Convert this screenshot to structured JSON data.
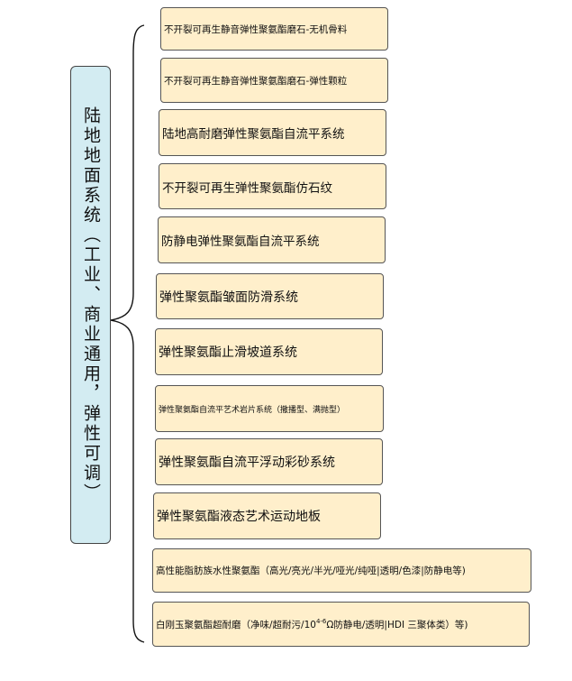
{
  "root": {
    "label": "陆地地面系统（工业、商业通用，弹性可调）"
  },
  "children": [
    "不开裂可再生静音弹性聚氨酯磨石-无机骨料",
    "不开裂可再生静音弹性聚氨酯磨石-弹性颗粒",
    "陆地高耐磨弹性聚氨酯自流平系统",
    "不开裂可再生弹性聚氨酯仿石纹",
    "防静电弹性聚氨酯自流平系统",
    "弹性聚氨酯皱面防滑系统",
    "弹性聚氨酯止滑坡道系统",
    "弹性聚氨酯自流平艺术岩片系统（撒播型、满抛型）",
    "弹性聚氨酯自流平浮动彩砂系统",
    "弹性聚氨酯液态艺术运动地板",
    "高性能脂肪族水性聚氨酯（高光/亮光/半光/哑光/纯哑|透明/色漆|防静电等)",
    {
      "before": "白刚玉聚氨酯超耐磨（净味/超耐污/10",
      "superscript": "4-6",
      "after": "Ω防静电/透明|HDI 三聚体类）等)"
    }
  ]
}
